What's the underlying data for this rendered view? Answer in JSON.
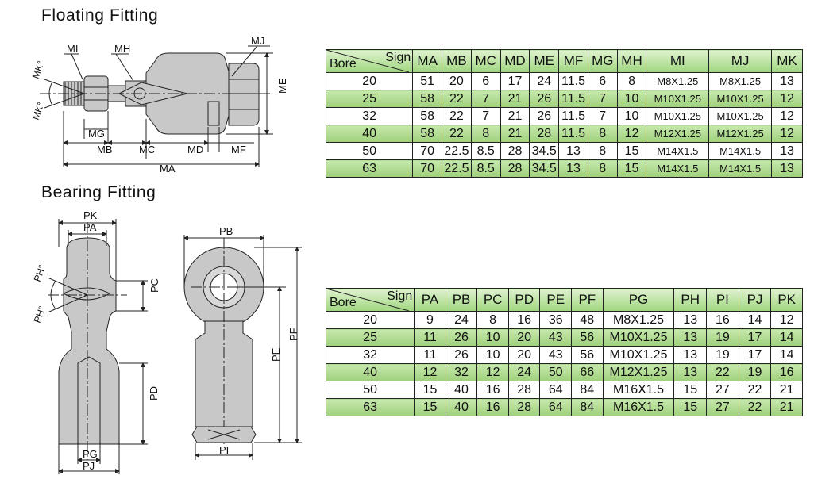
{
  "floating": {
    "title": "Floating Fitting",
    "dim_labels": {
      "MI": "MI",
      "MH": "MH",
      "MJ": "MJ",
      "MK": "MK°",
      "MG": "MG",
      "MB": "MB",
      "MC": "MC",
      "MD": "MD",
      "MF": "MF",
      "MA": "MA",
      "ME": "ME"
    },
    "table": {
      "corner_sign": "Sign",
      "corner_bore": "Bore",
      "columns": [
        "MA",
        "MB",
        "MC",
        "MD",
        "ME",
        "MF",
        "MG",
        "MH",
        "MI",
        "MJ",
        "MK"
      ],
      "rows": [
        [
          "20",
          "51",
          "20",
          "6",
          "17",
          "24",
          "11.5",
          "6",
          "8",
          "M8X1.25",
          "M8X1.25",
          "13"
        ],
        [
          "25",
          "58",
          "22",
          "7",
          "21",
          "26",
          "11.5",
          "7",
          "10",
          "M10X1.25",
          "M10X1.25",
          "12"
        ],
        [
          "32",
          "58",
          "22",
          "7",
          "21",
          "26",
          "11.5",
          "7",
          "10",
          "M10X1.25",
          "M10X1.25",
          "12"
        ],
        [
          "40",
          "58",
          "22",
          "8",
          "21",
          "28",
          "11.5",
          "8",
          "12",
          "M12X1.25",
          "M12X1.25",
          "12"
        ],
        [
          "50",
          "70",
          "22.5",
          "8.5",
          "28",
          "34.5",
          "13",
          "8",
          "15",
          "M14X1.5",
          "M14X1.5",
          "13"
        ],
        [
          "63",
          "70",
          "22.5",
          "8.5",
          "28",
          "34.5",
          "13",
          "8",
          "15",
          "M14X1.5",
          "M14X1.5",
          "13"
        ]
      ]
    }
  },
  "bearing": {
    "title": "Bearing Fitting",
    "dim_labels": {
      "PK": "PK",
      "PA": "PA",
      "PH": "PH°",
      "PC": "PC",
      "PD": "PD",
      "PG": "PG",
      "PJ": "PJ",
      "PB": "PB",
      "PE": "PE",
      "PF": "PF",
      "PI": "PI"
    },
    "table": {
      "corner_sign": "Sign",
      "corner_bore": "Bore",
      "columns": [
        "PA",
        "PB",
        "PC",
        "PD",
        "PE",
        "PF",
        "PG",
        "PH",
        "PI",
        "PJ",
        "PK"
      ],
      "rows": [
        [
          "20",
          "9",
          "24",
          "8",
          "16",
          "36",
          "48",
          "M8X1.25",
          "13",
          "16",
          "14",
          "12"
        ],
        [
          "25",
          "11",
          "26",
          "10",
          "20",
          "43",
          "56",
          "M10X1.25",
          "13",
          "19",
          "17",
          "14"
        ],
        [
          "32",
          "11",
          "26",
          "10",
          "20",
          "43",
          "56",
          "M10X1.25",
          "13",
          "19",
          "17",
          "14"
        ],
        [
          "40",
          "12",
          "32",
          "12",
          "24",
          "50",
          "66",
          "M12X1.25",
          "13",
          "22",
          "19",
          "16"
        ],
        [
          "50",
          "15",
          "40",
          "16",
          "28",
          "64",
          "84",
          "M16X1.5",
          "15",
          "27",
          "22",
          "21"
        ],
        [
          "63",
          "15",
          "40",
          "16",
          "28",
          "64",
          "84",
          "M16X1.5",
          "15",
          "27",
          "22",
          "21"
        ]
      ]
    }
  },
  "colors": {
    "row_green": "#aad98a",
    "header_green": "#b7e29a",
    "part_fill": "#c8c8c8",
    "line": "#222222"
  }
}
